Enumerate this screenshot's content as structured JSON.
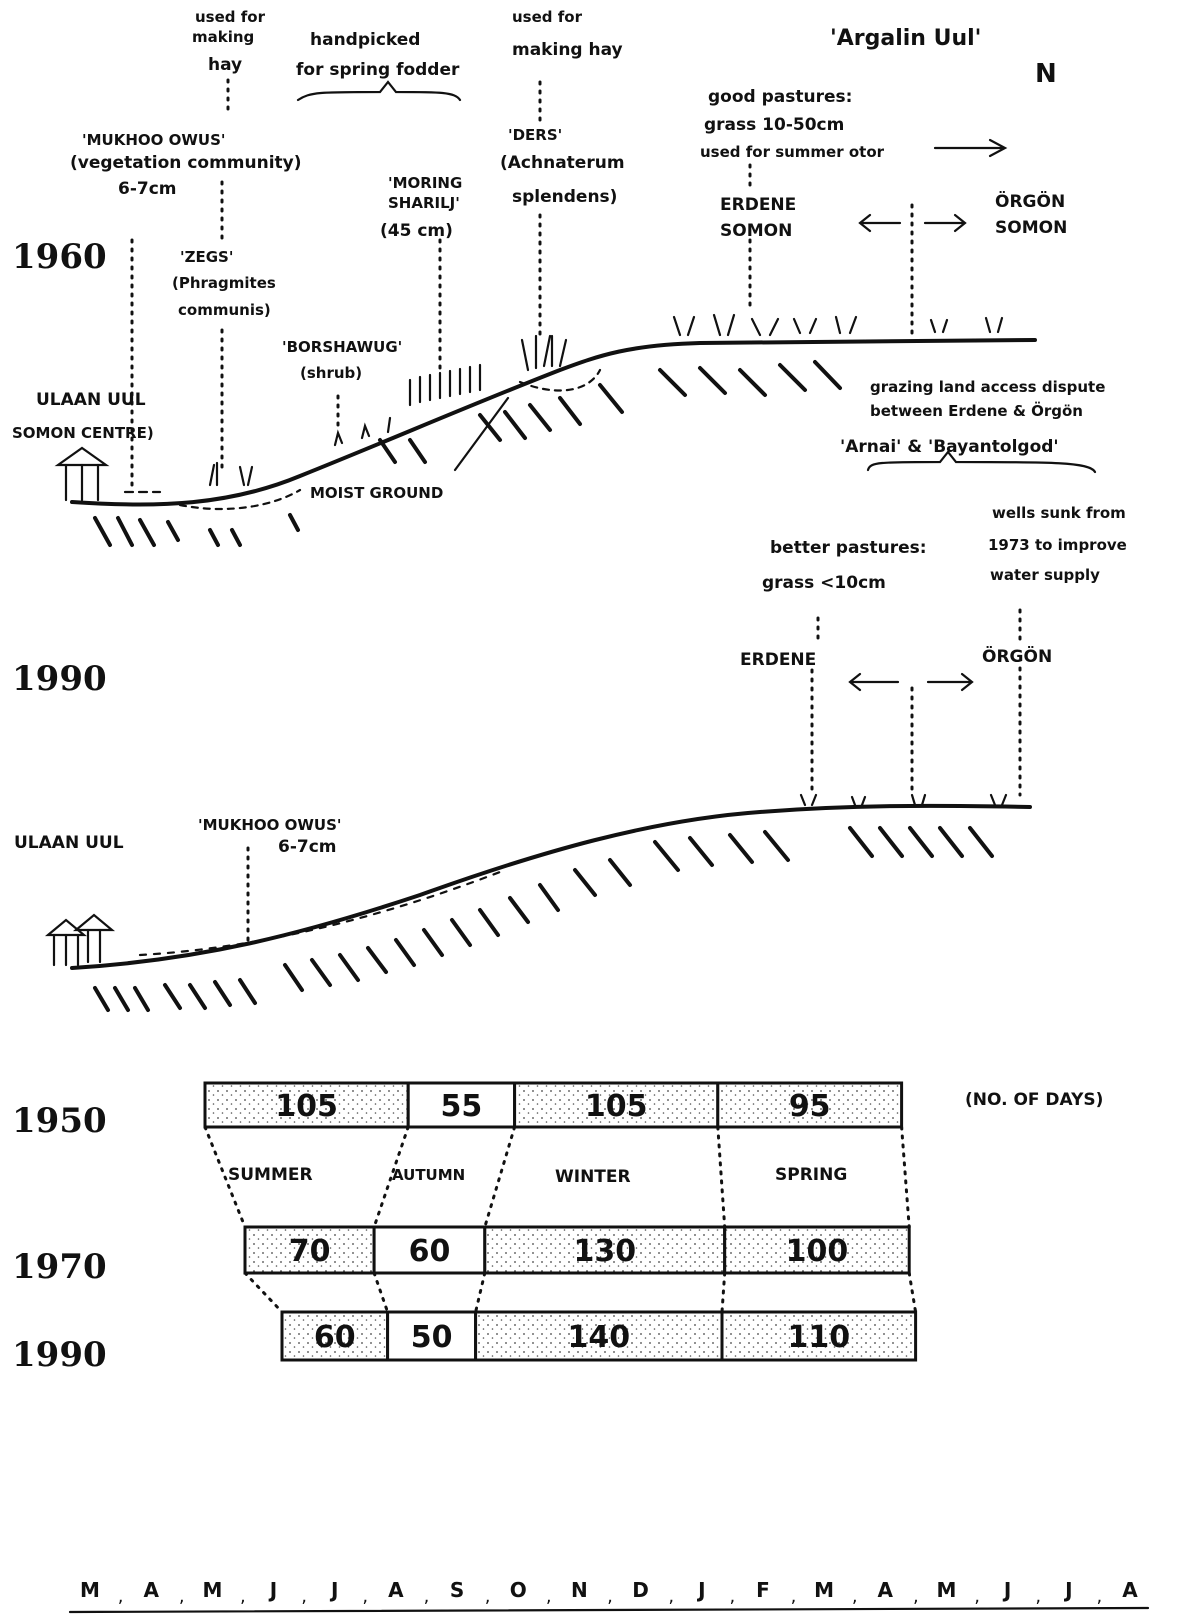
{
  "years": {
    "y1960": "1960",
    "y1990": "1990"
  },
  "top_right": {
    "place": "'Argalin Uul'",
    "north": "N"
  },
  "profile_1960": {
    "settlement": [
      "ULAAN UUL",
      "SOMON CENTRE)"
    ],
    "used_for_hay_1": [
      "used for",
      "making",
      "hay"
    ],
    "handpicked": [
      "handpicked",
      "for spring fodder"
    ],
    "used_for_hay_2": [
      "used for",
      "making hay"
    ],
    "mukhoo": [
      "'MUKHOO OWUS'",
      "(vegetation community)",
      "6-7cm"
    ],
    "zegs": [
      "'ZEGS'",
      "(Phragmites",
      "communis)"
    ],
    "moring": [
      "'MORING",
      "SHARILJ'",
      "(45 cm)"
    ],
    "ders": [
      "'DERS'",
      "(Achnaterum",
      "splendens)"
    ],
    "borshawug": [
      "'BORSHAWUG'",
      "(shrub)"
    ],
    "moist": "MOIST GROUND",
    "good_pastures": [
      "good pastures:",
      "grass 10-50cm",
      "used for summer otor"
    ],
    "erdene": [
      "ERDENE",
      "SOMON"
    ],
    "orgon": [
      "ÖRGÖN",
      "SOMON"
    ],
    "dispute": [
      "grazing land access dispute",
      "between Erdene & Örgön",
      "'Arnai' & 'Bayantolgod'"
    ]
  },
  "profile_1990": {
    "settlement": "ULAAN UUL",
    "mukhoo": [
      "'MUKHOO OWUS'",
      "6-7cm"
    ],
    "better": [
      "better pastures:",
      "grass <10cm"
    ],
    "wells": [
      "wells sunk from",
      "1973 to improve",
      "water supply"
    ],
    "erdene": "ERDENE",
    "orgon": "ÖRGÖN"
  },
  "chart_data": {
    "type": "table",
    "unit_label": "(NO. OF DAYS)",
    "seasons": [
      "SUMMER",
      "AUTUMN",
      "WINTER",
      "SPRING"
    ],
    "rows": [
      {
        "year": "1950",
        "values": [
          105,
          55,
          105,
          95
        ]
      },
      {
        "year": "1970",
        "values": [
          70,
          60,
          130,
          100
        ]
      },
      {
        "year": "1990",
        "values": [
          60,
          50,
          140,
          110
        ]
      }
    ]
  },
  "months": [
    "M",
    "A",
    "M",
    "J",
    "J",
    "A",
    "S",
    "O",
    "N",
    "D",
    "J",
    "F",
    "M",
    "A",
    "M",
    "J",
    "J",
    "A"
  ]
}
